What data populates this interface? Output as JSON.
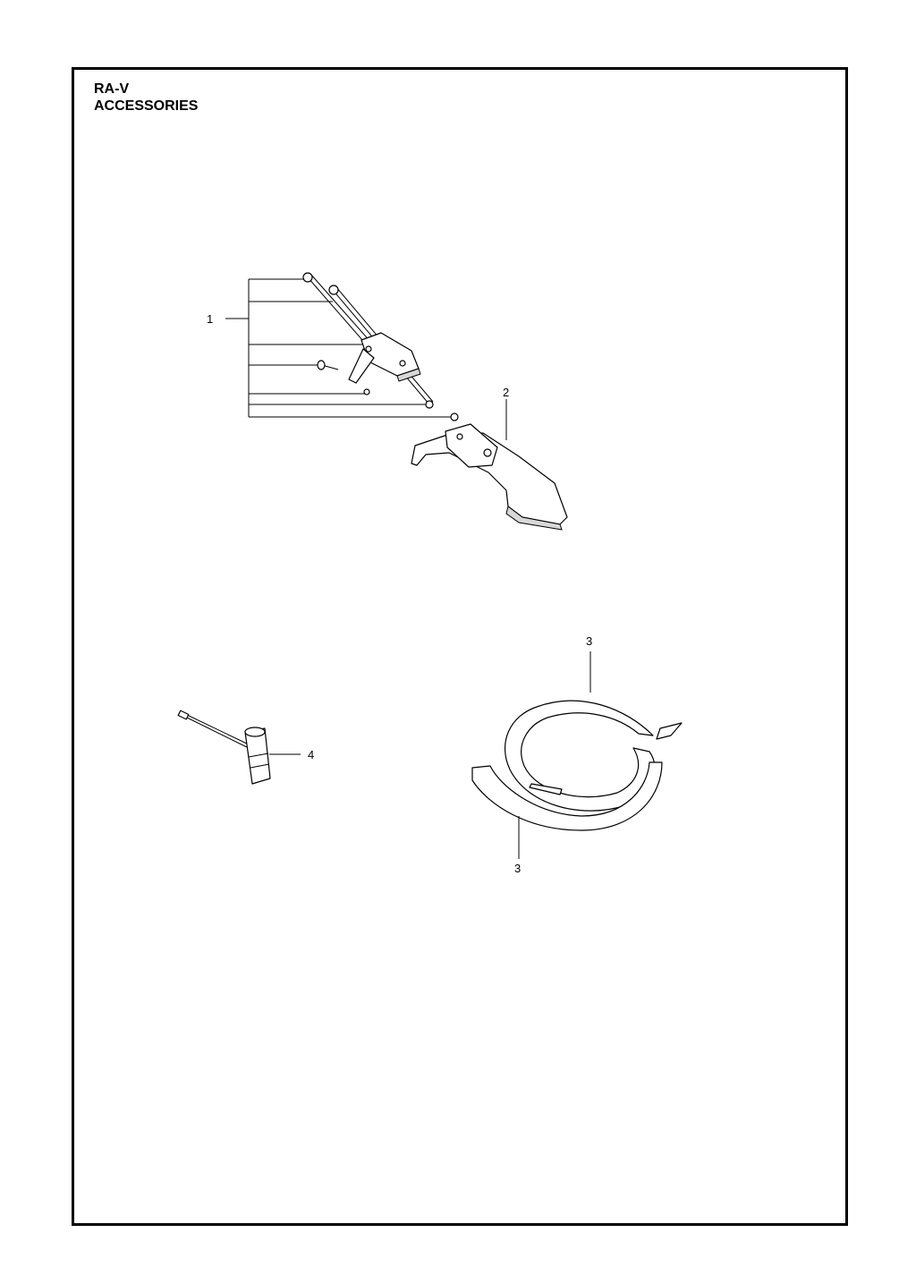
{
  "header": {
    "model": "RA-V",
    "section": "ACCESSORIES"
  },
  "callouts": {
    "item1": "1",
    "item2": "2",
    "item3_top": "3",
    "item3_bottom": "3",
    "item4": "4"
  }
}
